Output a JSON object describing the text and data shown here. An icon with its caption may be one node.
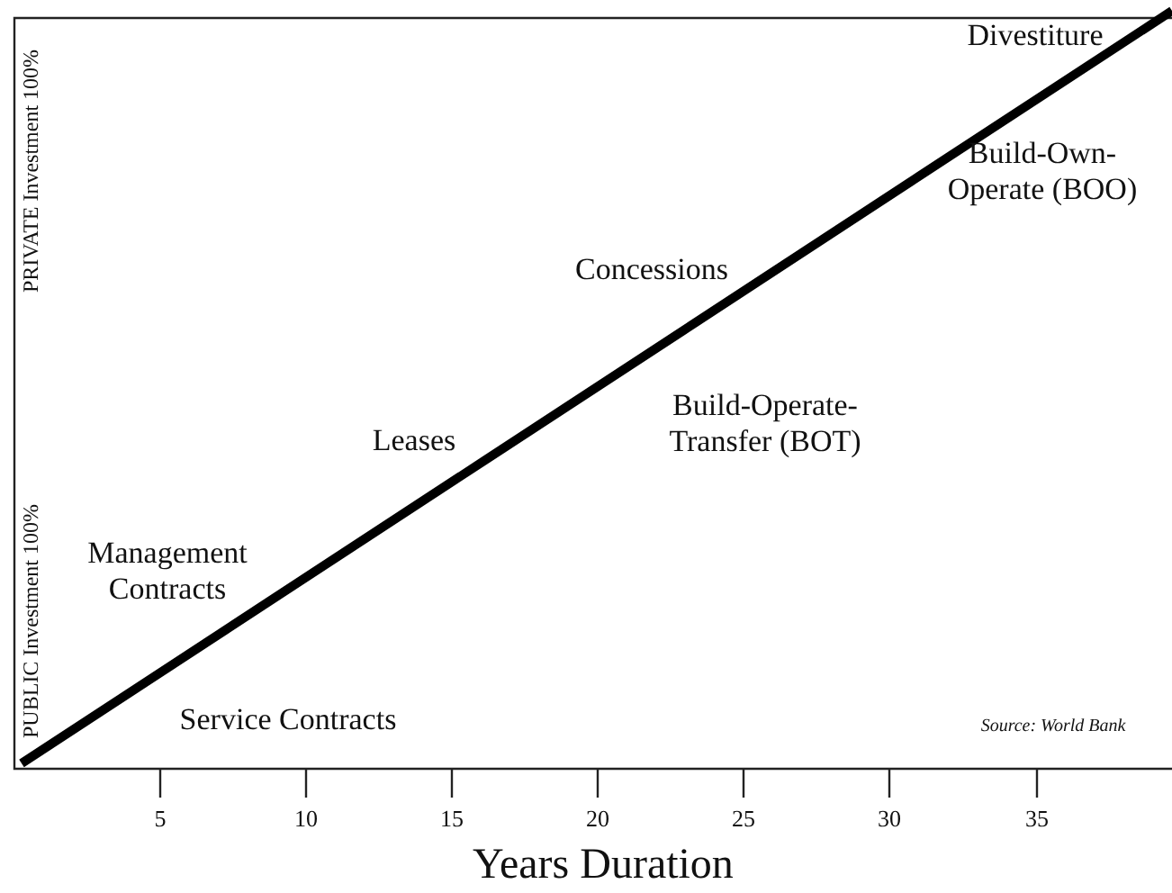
{
  "diagram": {
    "labels": [
      "Divestiture",
      "PRIVATE Investment 100%",
      "Build-Own- Operate (BOO)",
      "Concessions",
      "Build-Operate- Transfer (BOT)",
      "Leases",
      "PUBLIC Investment 100%",
      "Management Contracts",
      "Service Contracts",
      "Source: World Bank",
      "5",
      "10",
      "15",
      "20",
      "25",
      "30",
      "35",
      "Years Duration"
    ]
  }
}
